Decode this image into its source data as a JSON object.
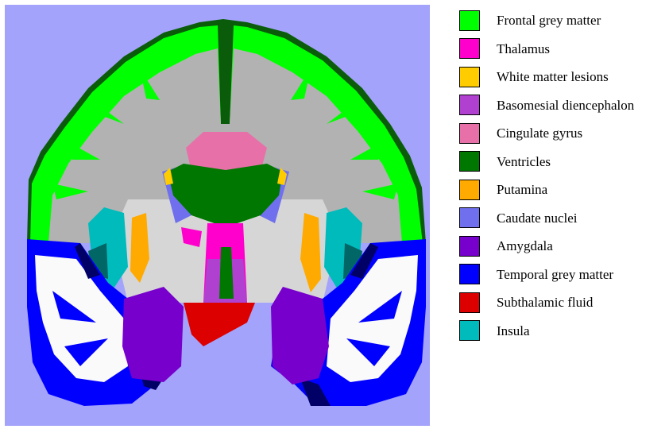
{
  "figure": {
    "background_color": "#a3a3fb",
    "white_matter_color": "#b2b2b2",
    "deep_grey_color": "#d6d6d6",
    "csf_color": "#fafafa",
    "dark_navy_color": "#000066",
    "dark_teal_color": "#006666"
  },
  "legend": {
    "items": [
      {
        "label": "Frontal grey matter",
        "color": "#00ff00"
      },
      {
        "label": "Thalamus",
        "color": "#ff00cc"
      },
      {
        "label": "White matter lesions",
        "color": "#ffcc00"
      },
      {
        "label": "Basomesial diencephalon",
        "color": "#b040d0"
      },
      {
        "label": "Cingulate gyrus",
        "color": "#e870a8"
      },
      {
        "label": "Ventricles",
        "color": "#007700"
      },
      {
        "label": "Putamina",
        "color": "#ffaa00"
      },
      {
        "label": "Caudate nuclei",
        "color": "#7070ee"
      },
      {
        "label": "Amygdala",
        "color": "#7700cc"
      },
      {
        "label": "Temporal grey matter",
        "color": "#0000ff"
      },
      {
        "label": "Subthalamic fluid",
        "color": "#dd0000"
      },
      {
        "label": "Insula",
        "color": "#00bbbb"
      }
    ]
  }
}
